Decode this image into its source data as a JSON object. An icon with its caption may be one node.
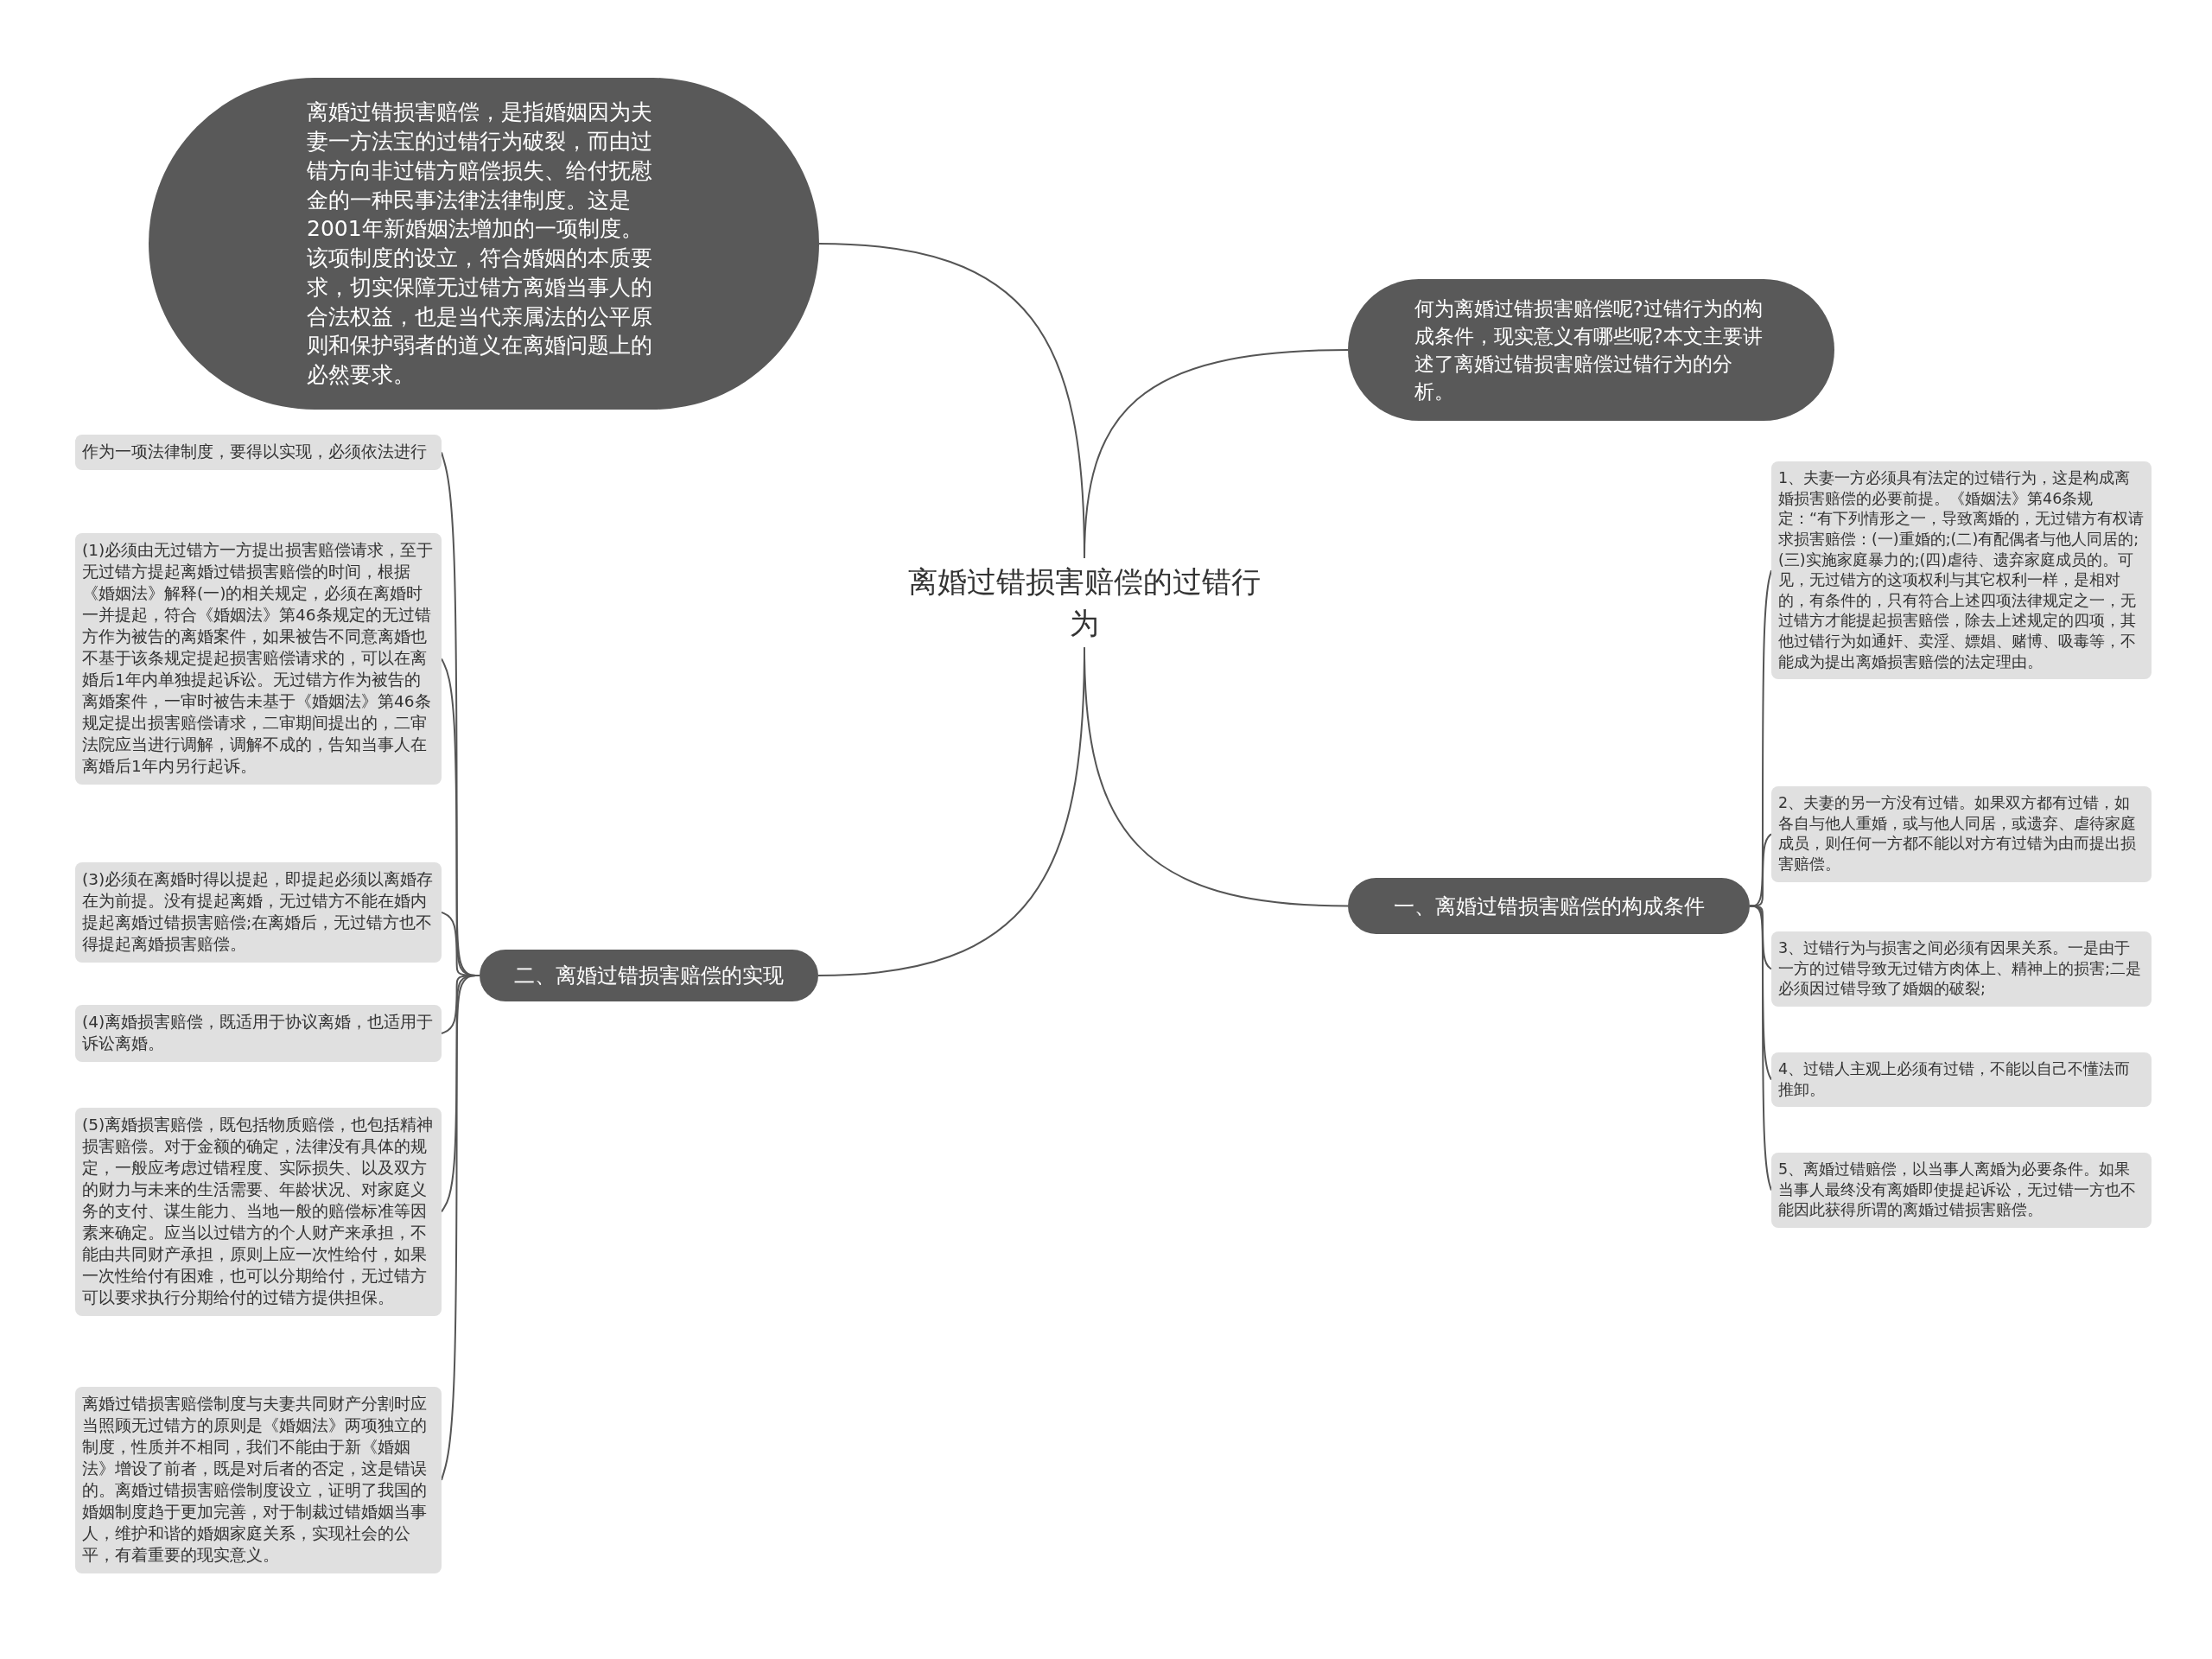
{
  "diagram": {
    "nodes": [
      {
        "text": [
          "离婚过错损害赔偿的过错行为"
        ]
      },
      {
        "text": [
          "离婚过错损害赔偿，是指婚姻因为夫妻一方法宝的过错行为破裂，而由过错方向非过错方赔偿损失、给付抚慰金的一种民事法律法律制度。这是2001年新婚姻法增加的一项制度。该项制度的设立，符合婚姻的本质要求，切实保障无过错方离婚当事人的合法权益，也是当代亲属法的公平原则和保护弱者的道义在离婚问题上的必然要求。"
        ]
      },
      {
        "text": [
          "何为离婚过错损害赔偿呢?过错行为的构成条件，现实意义有哪些呢?本文主要讲述了离婚过错损害赔偿过错行为的分析。"
        ]
      },
      {
        "text": [
          "一、离婚过错损害赔偿的构成条件"
        ]
      },
      {
        "text": [
          "1、夫妻一方必须具有法定的过错行为，这是构成离婚损害赔偿的必要前提。《婚姻法》第46条规定：“有下列情形之一，导致离婚的，无过错方有权请求损害赔偿：(一)重婚的;(二)有配偶者与他人同居的;(三)实施家庭暴力的;(四)虐待、遗弃家庭成员的。可见，无过错方的这项权利与其它权利一样，是相对的，有条件的，只有符合上述四项法律规定之一，无过错方才能提起损害赔偿，除去上述规定的四项，其他过错行为如通奸、卖淫、嫖娼、赌博、吸毒等，不能成为提出离婚损害赔偿的法定理由。"
        ]
      },
      {
        "text": [
          "2、夫妻的另一方没有过错。如果双方都有过错，如各自与他人重婚，或与他人同居，或遗弃、虐待家庭成员，则任何一方都不能以对方有过错为由而提出损害赔偿。"
        ]
      },
      {
        "text": [
          "3、过错行为与损害之间必须有因果关系。一是由于一方的过错导致无过错方肉体上、精神上的损害;二是必须因过错导致了婚姻的破裂;"
        ]
      },
      {
        "text": [
          "4、过错人主观上必须有过错，不能以自己不懂法而推卸。"
        ]
      },
      {
        "text": [
          "5、离婚过错赔偿，以当事人离婚为必要条件。如果当事人最终没有离婚即使提起诉讼，无过错一方也不能因此获得所谓的离婚过错损害赔偿。"
        ]
      },
      {
        "text": [
          "二、离婚过错损害赔偿的实现"
        ]
      },
      {
        "text": [
          "作为一项法律制度，要得以实现，必须依法进行"
        ]
      },
      {
        "text": [
          "(1)必须由无过错方一方提出损害赔偿请求，至于无过错方提起离婚过错损害赔偿的时间，根据《婚姻法》解释(一)的相关规定，必须在离婚时一并提起，符合《婚姻法》第46条规定的无过错方作为被告的离婚案件，如果被告不同意离婚也不基于该条规定提起损害赔偿请求的，可以在离婚后1年内单独提起诉讼。无过错方作为被告的离婚案件，一审时被告未基于《婚姻法》第46条规定提出损害赔偿请求，二审期间提出的，二审法院应当进行调解，调解不成的，告知当事人在离婚后1年内另行起诉。"
        ]
      },
      {
        "text": [
          "(3)必须在离婚时得以提起，即提起必须以离婚存在为前提。没有提起离婚，无过错方不能在婚内提起离婚过错损害赔偿;在离婚后，无过错方也不得提起离婚损害赔偿。"
        ]
      },
      {
        "text": [
          "(4)离婚损害赔偿，既适用于协议离婚，也适用于诉讼离婚。"
        ]
      },
      {
        "text": [
          "(5)离婚损害赔偿，既包括物质赔偿，也包括精神损害赔偿。对于金额的确定，法律没有具体的规定，一般应考虑过错程度、实际损失、以及双方的财力与未来的生活需要、年龄状况、对家庭义务的支付、谋生能力、当地一般的赔偿标准等因素来确定。应当以过错方的个人财产来承担，不能由共同财产承担，原则上应一次性给付，如果一次性给付有困难，也可以分期给付，无过错方可以要求执行分期给付的过错方提供担保。"
        ]
      },
      {
        "text": [
          "离婚过错损害赔偿制度与夫妻共同财产分割时应当照顾无过错方的原则是《婚姻法》两项独立的制度，性质并不相同，我们不能由于新《婚姻法》增设了前者，既是对后者的否定，这是错误的。离婚过错损害赔偿制度设立，证明了我国的婚姻制度趋于更加完善，对于制裁过错婚姻当事人，维护和谐的婚姻家庭关系，实现社会的公平，有着重要的现实意义。"
        ]
      }
    ],
    "edges": [
      {
        "from": 0,
        "to": 1,
        "arrow": "none"
      },
      {
        "from": 0,
        "to": 2,
        "arrow": "none"
      },
      {
        "from": 0,
        "to": 3,
        "arrow": "none"
      },
      {
        "from": 0,
        "to": 9,
        "arrow": "none"
      },
      {
        "from": 3,
        "to": 4,
        "arrow": "none"
      },
      {
        "from": 3,
        "to": 5,
        "arrow": "none"
      },
      {
        "from": 3,
        "to": 6,
        "arrow": "none"
      },
      {
        "from": 3,
        "to": 7,
        "arrow": "none"
      },
      {
        "from": 3,
        "to": 8,
        "arrow": "none"
      },
      {
        "from": 9,
        "to": 10,
        "arrow": "none"
      },
      {
        "from": 9,
        "to": 11,
        "arrow": "none"
      },
      {
        "from": 9,
        "to": 12,
        "arrow": "none"
      },
      {
        "from": 9,
        "to": 13,
        "arrow": "none"
      },
      {
        "from": 9,
        "to": 14,
        "arrow": "none"
      },
      {
        "from": 9,
        "to": 15,
        "arrow": "none"
      }
    ]
  }
}
